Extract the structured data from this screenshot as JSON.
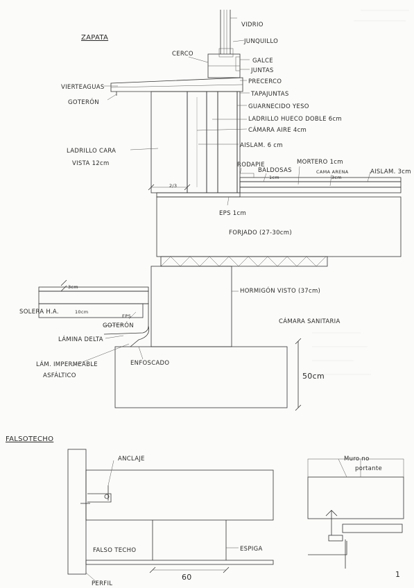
{
  "page_number": "1",
  "zapata": {
    "title": "ZAPATA",
    "labels": {
      "vidrio": "VIDRIO",
      "junquillo": "JUNQUILLO",
      "cerco": "CERCO",
      "galce": "GALCE",
      "juntas": "JUNTAS",
      "premarco": "PRECERCO",
      "tapajuntas": "TAPAJUNTAS",
      "vierteaguas": "VIERTEAGUAS",
      "goteron_top": "GOTERÓN",
      "guarnecido": "GUARNECIDO YESO",
      "ladrillo_hueco": "LADRILLO HUECO DOBLE 6cm",
      "camara_aire": "CÁMARA AIRE 4cm",
      "ladrillo_cara_1": "LADRILLO CARA",
      "ladrillo_cara_2": "VISTA 12cm",
      "aislam_6": "AISLAM. 6 cm",
      "rodapie": "RODAPIE",
      "baldosas": "BALDOSAS",
      "baldosas_dim": "1cm",
      "mortero": "MORTERO 1cm",
      "cama_arena": "CAMA ARENA",
      "cama_arena_dim": "3cm",
      "aislam_3": "AISLAM. 3cm",
      "dim_2_3": "2/3",
      "eps": "EPS 1cm",
      "forjado": "FORJADO (27-30cm)",
      "hormigon": "HORMIGÓN VISTO (37cm)",
      "camara_sanitaria": "CÁMARA SANITARIA",
      "dim_3cm": "3cm",
      "solera": "SOLERA H.A.",
      "solera_dim": "10cm",
      "eps_small": "EPS",
      "goteron_bottom": "GOTERÓN",
      "lamina_delta": "LÁMINA DELTA",
      "lamina_imp_1": "LÁM. IMPERMEABLE",
      "lamina_imp_2": "ASFÁLTICO",
      "enfoscado": "ENFOSCADO",
      "dim_50": "50cm"
    }
  },
  "falsotecho": {
    "title": "FALSOTECHO",
    "labels": {
      "anclaje": "ANCLAJE",
      "falso_techo": "FALSO TECHO",
      "espiga": "ESPIGA",
      "perfil": "PERFIL",
      "dim_60": "60",
      "muro_1": "Muro no",
      "muro_2": "portante"
    }
  }
}
